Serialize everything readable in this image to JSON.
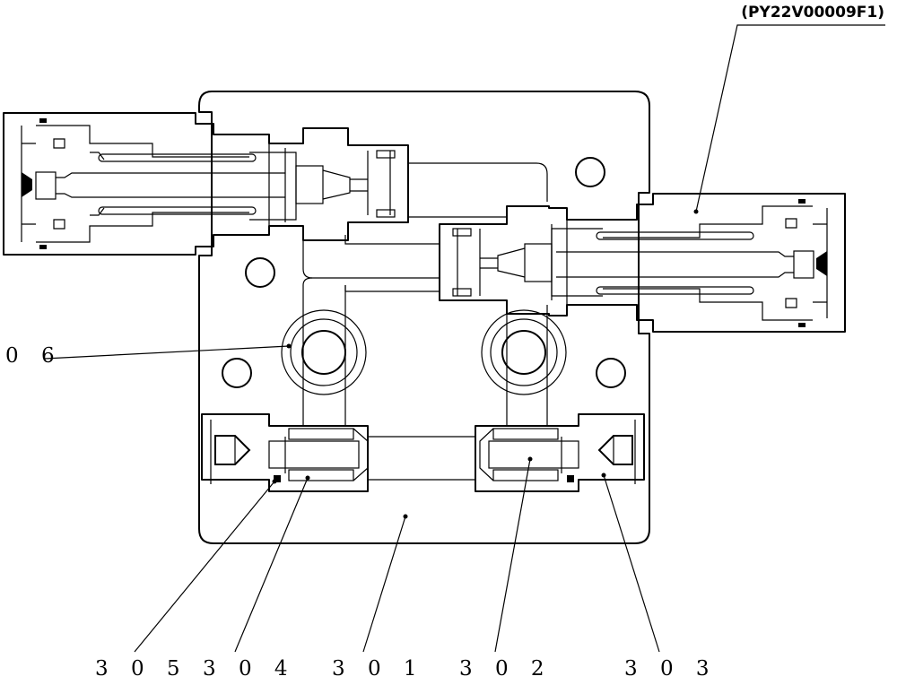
{
  "reference_code": "(PY22V00009F1)",
  "labels": {
    "l06": "0 6",
    "l305": "3 0 5",
    "l304": "3 0 4",
    "l301": "3 0 1",
    "l302": "3 0 2",
    "l303": "3 0 3"
  }
}
